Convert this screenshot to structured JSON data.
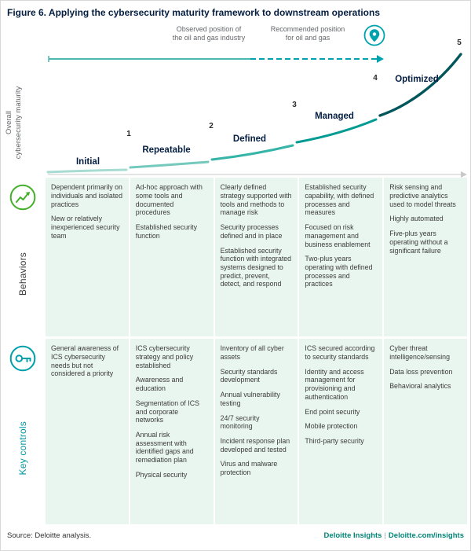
{
  "title": "Figure 6. Applying the cybersecurity maturity framework to downstream operations",
  "chart": {
    "y_axis_label_line1": "Overall",
    "y_axis_label_line2": "cybersecurity maturity",
    "observed": [
      "Observed position of",
      "the oil and gas industry"
    ],
    "recommended": [
      "Recommended position",
      "for oil and gas"
    ],
    "levels": [
      "1",
      "2",
      "3",
      "4",
      "5"
    ],
    "stages": [
      "Initial",
      "Repeatable",
      "Defined",
      "Managed",
      "Optimized"
    ]
  },
  "rows": {
    "behaviors_label": "Behaviors",
    "key_controls_label": "Key controls"
  },
  "columns": [
    {
      "stage": "Initial",
      "behaviors": [
        "Dependent primarily on individuals and isolated practices",
        "New or relatively inexperienced security team"
      ],
      "key_controls": [
        "General awareness of ICS cybersecurity needs but not considered a priority"
      ]
    },
    {
      "stage": "Repeatable",
      "behaviors": [
        "Ad-hoc approach with some tools and documented procedures",
        "Established security function"
      ],
      "key_controls": [
        "ICS cybersecurity strategy and policy established",
        "Awareness and education",
        "Segmentation of ICS and corporate networks",
        "Annual risk assessment with identified gaps and remediation plan",
        "Physical security"
      ]
    },
    {
      "stage": "Defined",
      "behaviors": [
        "Clearly defined strategy supported with tools and methods to manage risk",
        "Security processes defined and in place",
        "Established security function with integrated systems designed to predict, prevent, detect, and respond"
      ],
      "key_controls": [
        "Inventory of all cyber assets",
        "Security standards development",
        "Annual vulnerability testing",
        "24/7 security monitoring",
        "Incident response plan developed and tested",
        "Virus and malware protection"
      ]
    },
    {
      "stage": "Managed",
      "behaviors": [
        "Established security capability, with defined processes and measures",
        "Focused on risk management and business enablement",
        "Two-plus years operating with defined processes and practices"
      ],
      "key_controls": [
        "ICS secured according to security standards",
        "Identity and access management for provisioning and authentication",
        "End point security",
        "Mobile protection",
        "Third-party security"
      ]
    },
    {
      "stage": "Optimized",
      "behaviors": [
        "Risk sensing and predictive analytics used to model threats",
        "Highly automated",
        "Five-plus years operating without a significant failure"
      ],
      "key_controls": [
        "Cyber threat intelligence/sensing",
        "Data loss prevention",
        "Behavioral analytics"
      ]
    }
  ],
  "footer": {
    "source": "Source: Deloitte analysis.",
    "brand": "Deloitte Insights",
    "separator": "|",
    "brand_url": "Deloitte.com/insights"
  },
  "icons": {
    "behaviors": "growth-chart-icon",
    "key_controls": "key-icon",
    "recommended_marker": "location-pin-icon"
  },
  "colors": {
    "accent_teal": "#00a3ad",
    "dark_teal": "#00565b",
    "green": "#43b02a",
    "cell_bg": "#e9f5ef",
    "title_navy": "#041e42",
    "brand_green": "#008575"
  }
}
